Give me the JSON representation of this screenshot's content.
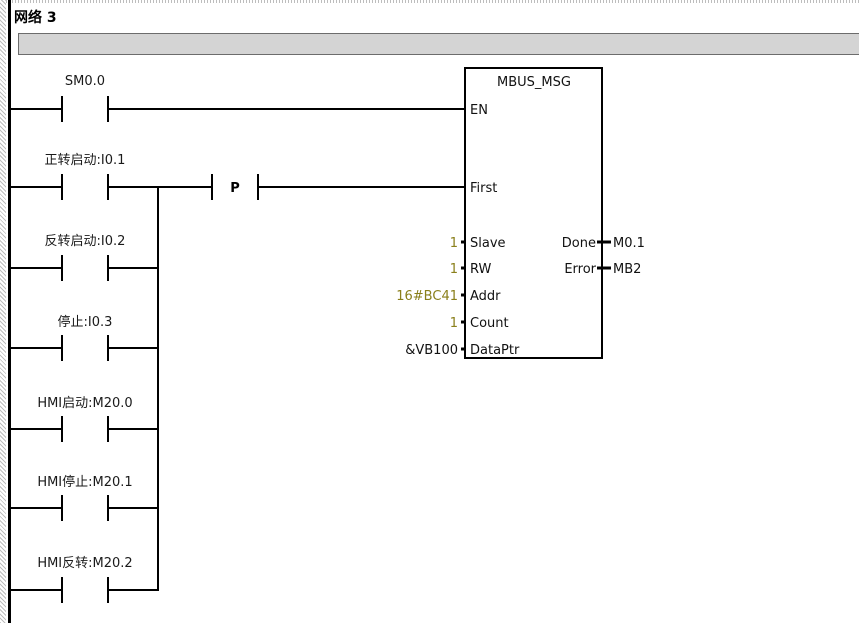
{
  "network": {
    "title": "网络 3"
  },
  "contacts": [
    {
      "address": "SM0.0"
    },
    {
      "address": "正转启动:I0.1"
    },
    {
      "address": "反转启动:I0.2"
    },
    {
      "address": "停止:I0.3"
    },
    {
      "address": "HMI启动:M20.0"
    },
    {
      "address": "HMI停止:M20.1"
    },
    {
      "address": "HMI反转:M20.2"
    }
  ],
  "edge_detect": {
    "label": "P"
  },
  "block": {
    "name": "MBUS_MSG",
    "inputs": {
      "en": "EN",
      "first": "First",
      "slave": "Slave",
      "rw": "RW",
      "addr": "Addr",
      "count": "Count",
      "dataptr": "DataPtr"
    },
    "outputs": {
      "done": "Done",
      "error": "Error"
    }
  },
  "params": {
    "slave": "1",
    "rw": "1",
    "addr": "16#BC41",
    "count": "1",
    "dataptr": "&VB100",
    "done": "M0.1",
    "error": "MB2"
  },
  "colors": {
    "constant": "#8a7f1a",
    "comment_bar": "#d4d4d4",
    "wire": "#000000"
  }
}
